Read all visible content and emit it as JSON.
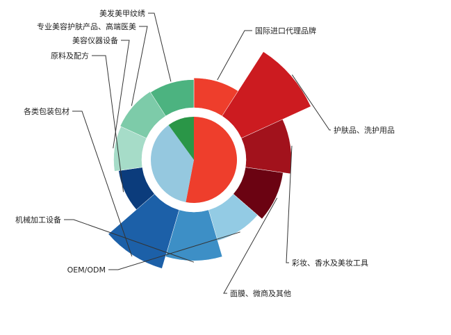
{
  "chart_data": {
    "type": "pie",
    "subtype": "nightingale-rose-with-inner-pie",
    "title": "",
    "legend": "none",
    "outer_ring": [
      {
        "label": "国际进口代理品牌",
        "value": 72,
        "color": "#ee3e2c",
        "group": "red"
      },
      {
        "label": "护肤品、洗护用品",
        "value": 185,
        "color": "#cc1b20",
        "group": "red"
      },
      {
        "label": "彩妆、香水及美妆工具",
        "value": 110,
        "color": "#a2121c",
        "group": "red"
      },
      {
        "label": "面膜、微商及其他",
        "value": 92,
        "color": "#6b0312",
        "group": "red"
      },
      {
        "label": "OEM/ODM",
        "value": 78,
        "color": "#93cbe4",
        "group": "blue"
      },
      {
        "label": "机械加工设备",
        "value": 118,
        "color": "#3d8fc6",
        "group": "blue"
      },
      {
        "label": "各类包装包材",
        "value": 148,
        "color": "#1c60a8",
        "group": "blue"
      },
      {
        "label": "原料及配方",
        "value": 58,
        "color": "#0b3c7c",
        "group": "blue"
      },
      {
        "label": "美容仪器设备",
        "value": 68,
        "color": "#a6dcc8",
        "group": "green"
      },
      {
        "label": "专业美容护肤产品、高端医美",
        "value": 70,
        "color": "#7dcba9",
        "group": "green"
      },
      {
        "label": "美发美甲纹绣",
        "value": 68,
        "color": "#4cb380",
        "group": "green"
      }
    ],
    "inner_pie": [
      {
        "group": "red",
        "value": 53,
        "color": "#ee3e2c"
      },
      {
        "group": "blue",
        "value": 37,
        "color": "#95c8df"
      },
      {
        "group": "green",
        "value": 10,
        "color": "#2a9647"
      }
    ]
  }
}
